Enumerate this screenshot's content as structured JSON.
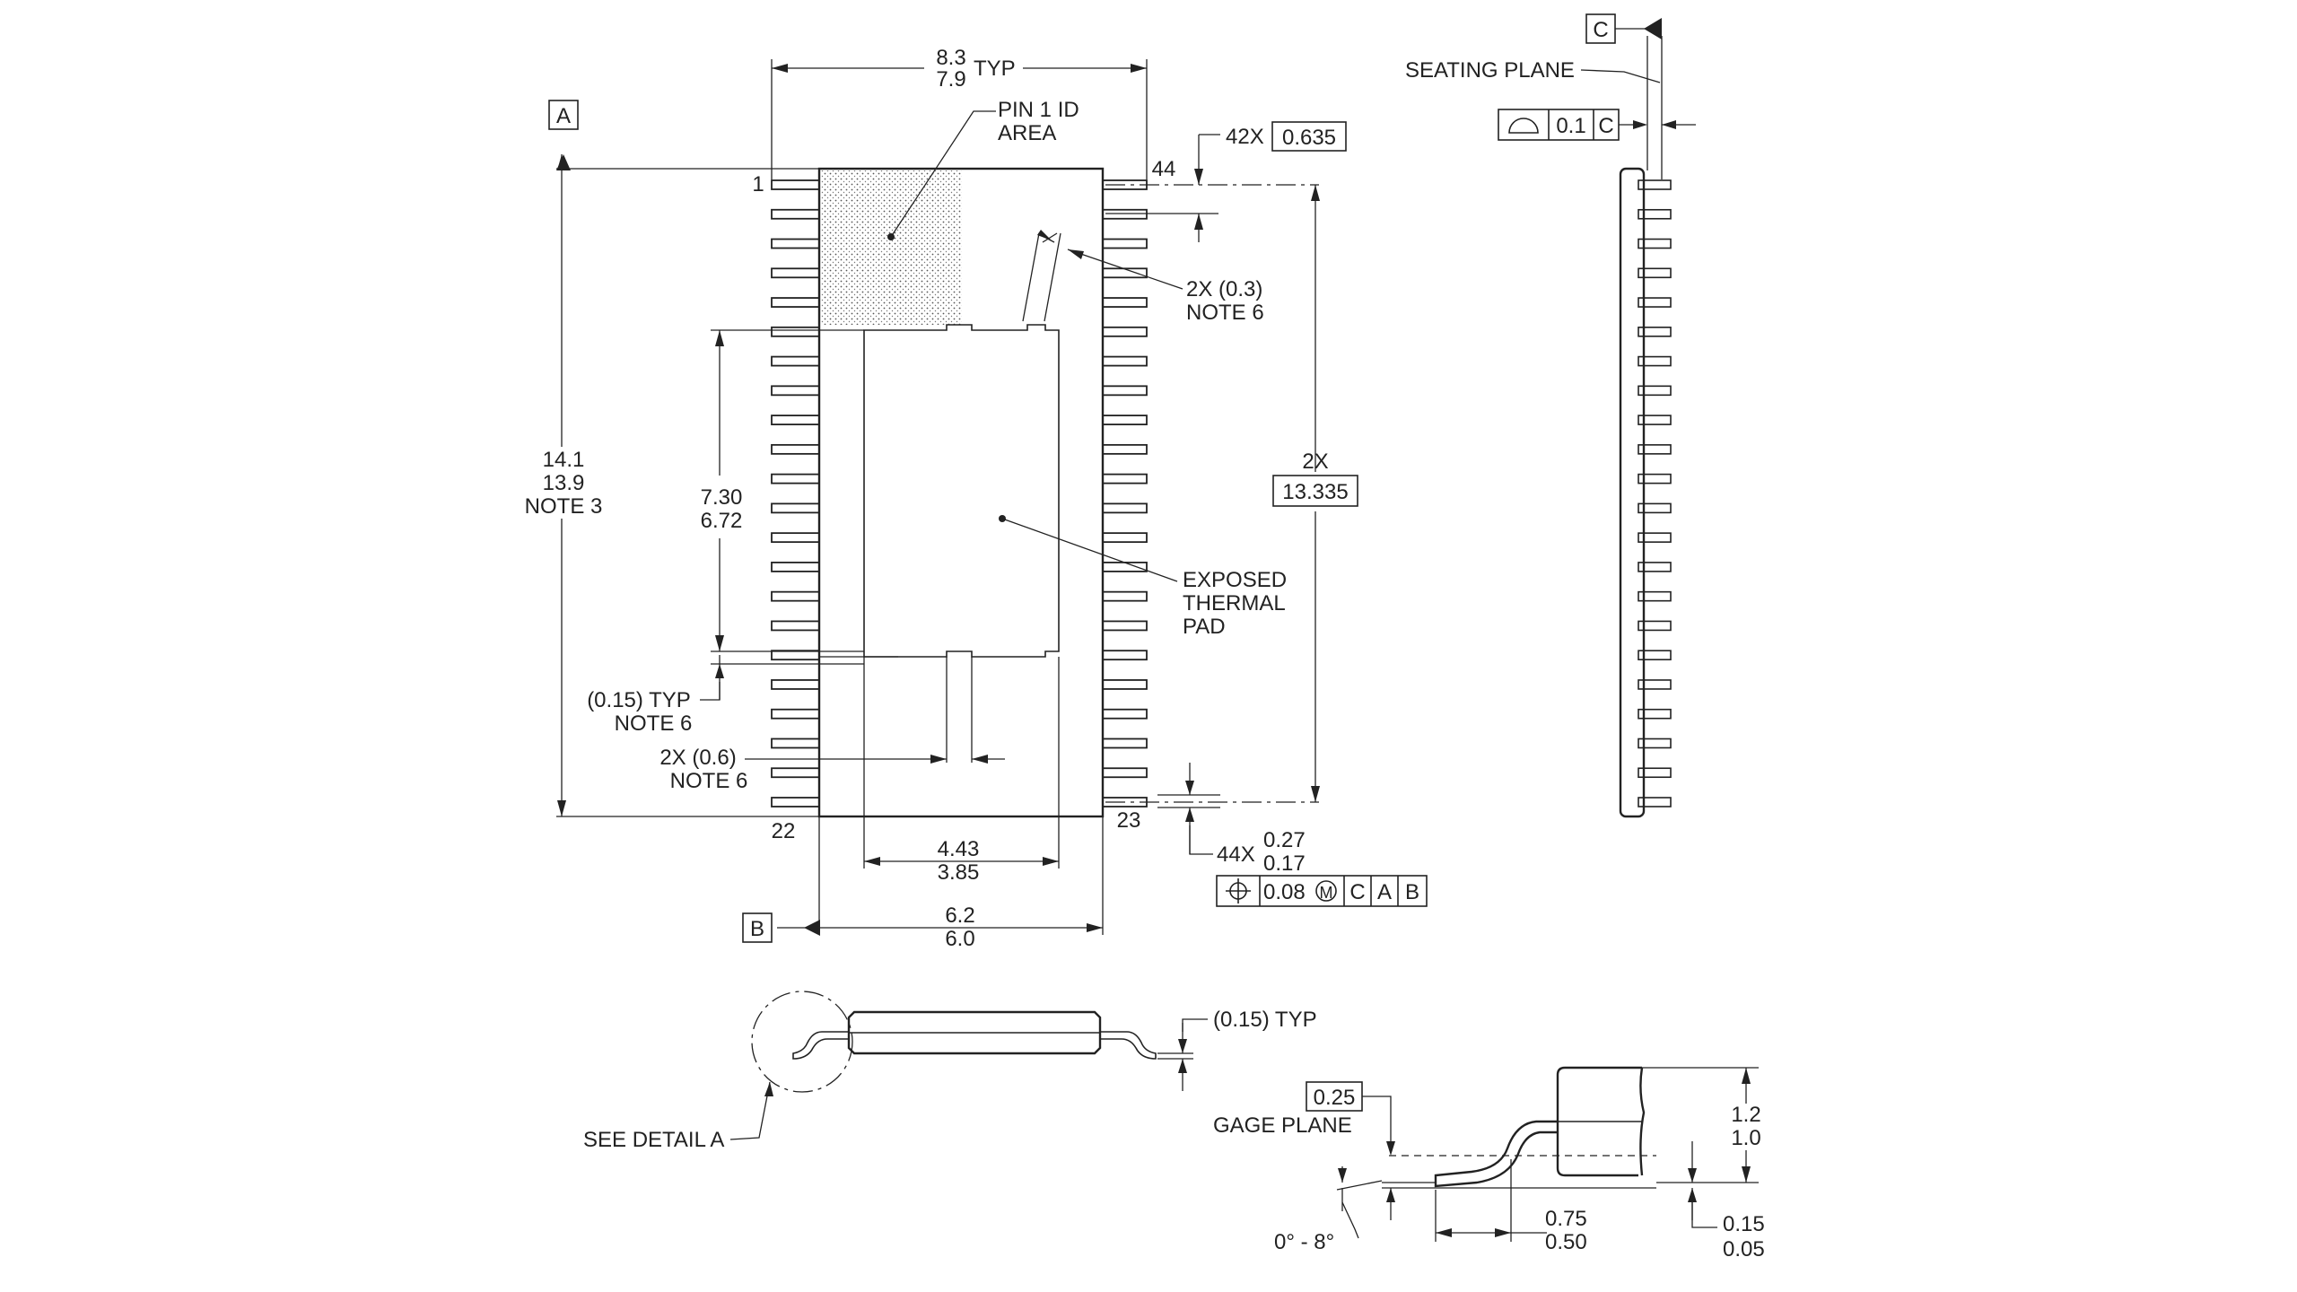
{
  "drawing": {
    "datums": {
      "a": "A",
      "b": "B",
      "c": "C"
    },
    "pin_labels": {
      "first": "1",
      "last": "44",
      "left_end": "22",
      "right_start": "23"
    },
    "dims": {
      "body_width_max": "8.3",
      "body_width_min": "7.9",
      "body_width_note": "TYP",
      "pin1_line1": "PIN 1 ID",
      "pin1_line2": "AREA",
      "pitch_count": "42X",
      "pitch_value": "0.635",
      "tie_line1": "2X (0.3)",
      "tie_line2": "NOTE 6",
      "length_max": "14.1",
      "length_min": "13.9",
      "length_note": "NOTE 3",
      "pad_len_max": "7.30",
      "pad_len_min": "6.72",
      "span_count": "2X",
      "span_value": "13.335",
      "pad_line1": "EXPOSED",
      "pad_line2": "THERMAL",
      "pad_line3": "PAD",
      "gap_line1": "(0.15) TYP",
      "gap_line2": "NOTE 6",
      "notch_line1": "2X (0.6)",
      "notch_line2": "NOTE 6",
      "pad_w_max": "4.43",
      "pad_w_min": "3.85",
      "lead_w_count": "44X",
      "lead_w_max": "0.27",
      "lead_w_min": "0.17",
      "body_w_max": "6.2",
      "body_w_min": "6.0",
      "seating_plane": "SEATING PLANE",
      "flat_value": "0.1",
      "flat_datum": "C",
      "pos_value": "0.08",
      "pos_mod": "M",
      "pos_d1": "C",
      "pos_d2": "A",
      "pos_d3": "B",
      "lead_thk": "(0.15) TYP",
      "see_detail": "SEE DETAIL A",
      "gage_value": "0.25",
      "gage_plane": "GAGE PLANE",
      "height_max": "1.2",
      "height_min": "1.0",
      "foot_max": "0.75",
      "foot_min": "0.50",
      "standoff_max": "0.15",
      "standoff_min": "0.05",
      "angle": "0° - 8°"
    }
  }
}
